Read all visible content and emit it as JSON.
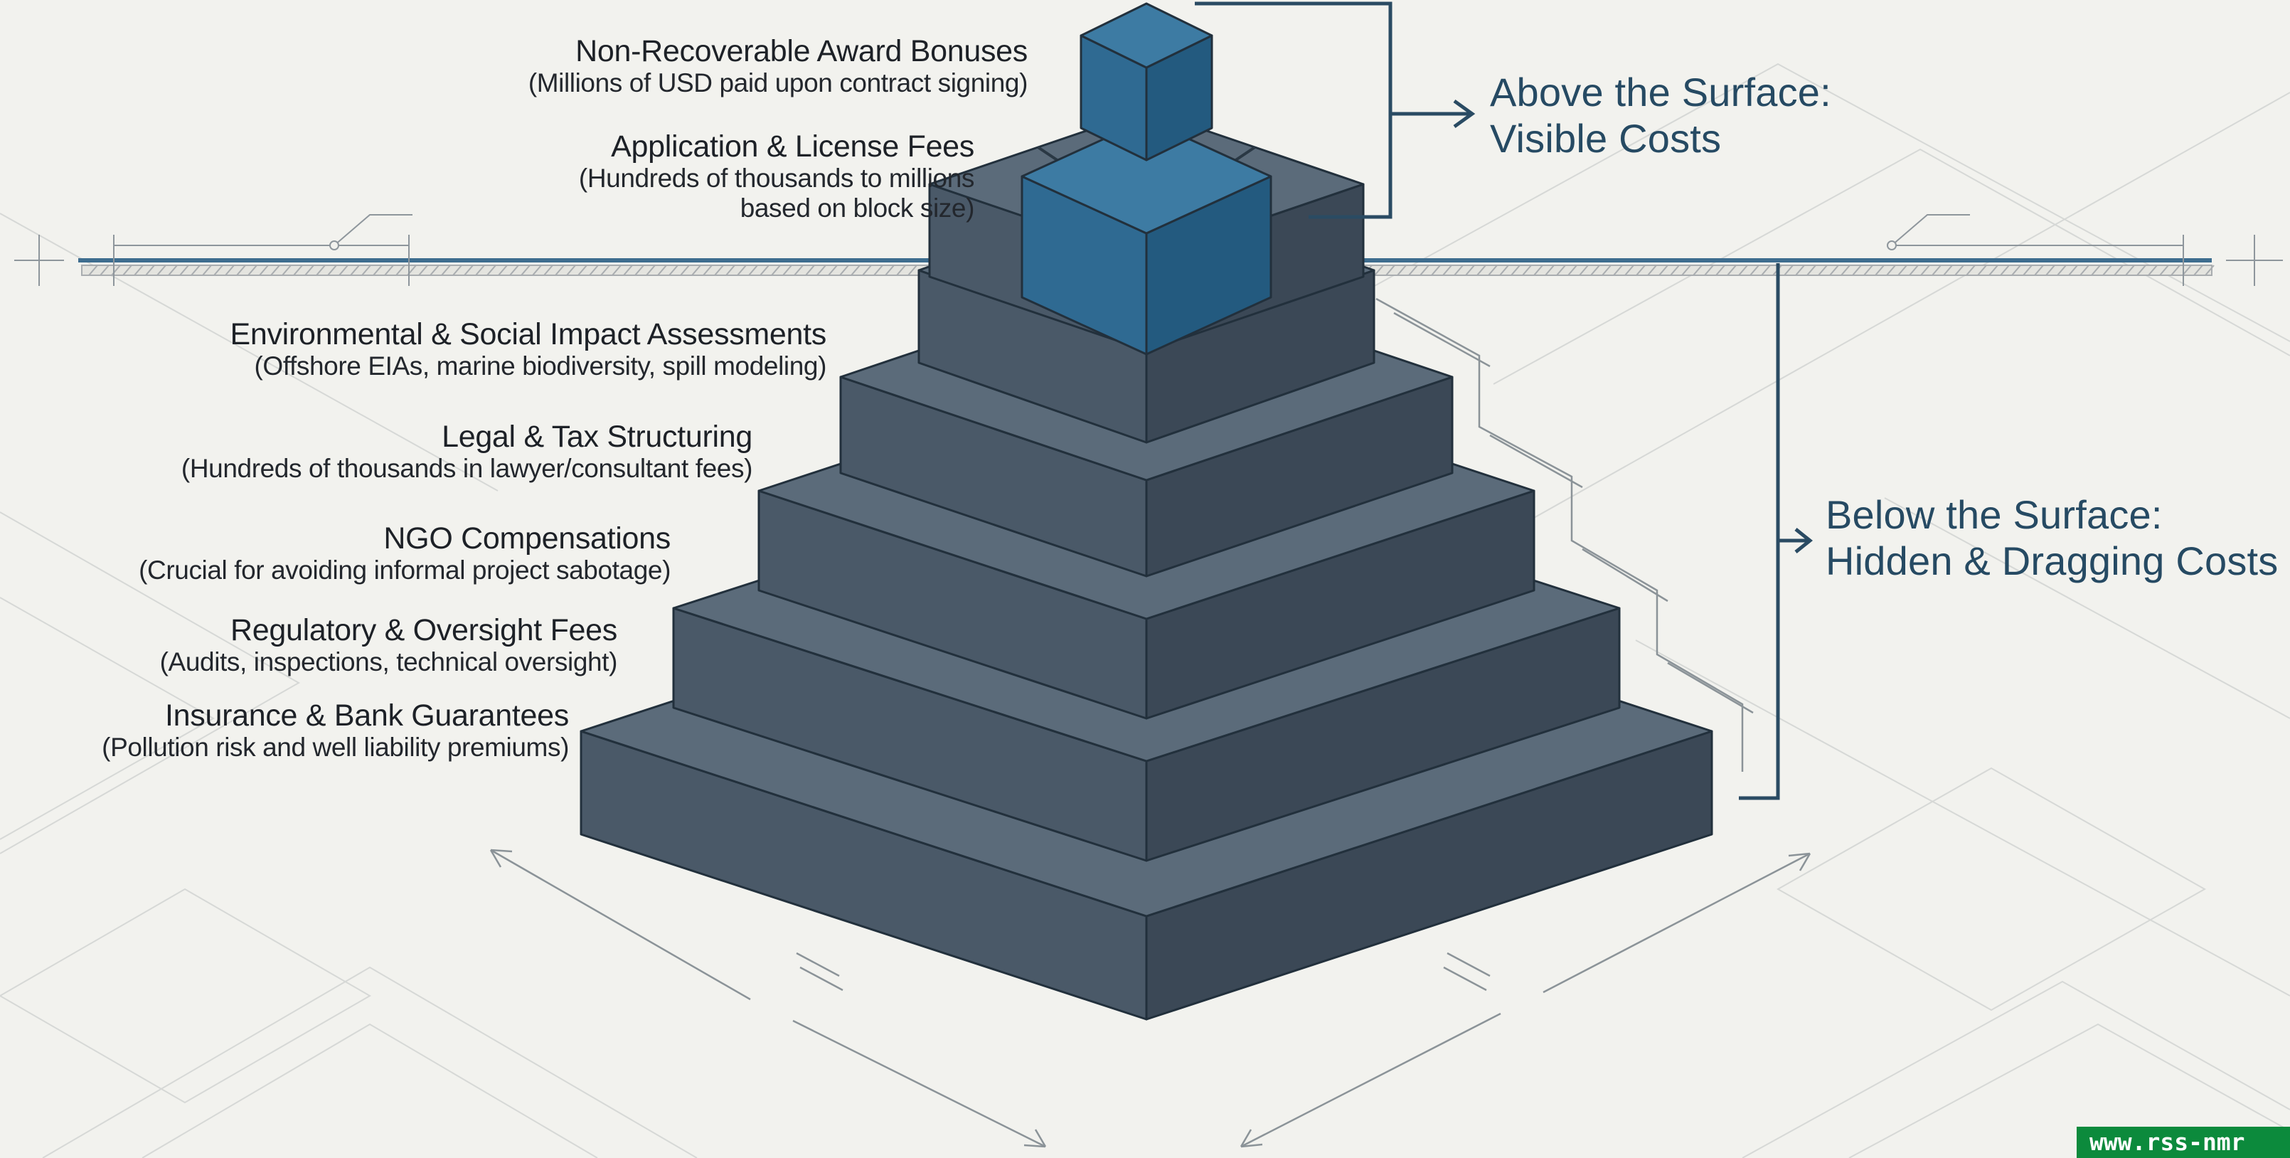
{
  "colors": {
    "background": "#f2f2ee",
    "block_top": "#5b6b7a",
    "block_left": "#4a5968",
    "block_right": "#3b4856",
    "cap_top": "#3d7ba3",
    "cap_left": "#2f6a92",
    "cap_right": "#235a7f",
    "bracket": "#2a4b63",
    "watermark": "#0c8a3c"
  },
  "pyramid_levels": [
    "visible-top-cube",
    "visible-second-cube",
    "hidden-tier-1",
    "hidden-tier-2",
    "hidden-tier-3",
    "hidden-tier-4",
    "hidden-tier-5",
    "hidden-tier-6"
  ],
  "labels": {
    "award_bonuses": {
      "title": "Non-Recoverable Award Bonuses",
      "subtitle": "(Millions of USD paid upon contract signing)"
    },
    "application_fees": {
      "title": "Application & License Fees",
      "subtitle_line1": "(Hundreds of thousands to millions",
      "subtitle_line2": "based on block size)"
    },
    "environmental": {
      "title": "Environmental & Social Impact Assessments",
      "subtitle": "(Offshore EIAs, marine biodiversity, spill modeling)"
    },
    "legal_tax": {
      "title": "Legal & Tax Structuring",
      "subtitle": "(Hundreds of thousands in lawyer/consultant fees)"
    },
    "ngo": {
      "title": "NGO Compensations",
      "subtitle": "(Crucial for avoiding informal project sabotage)"
    },
    "regulatory": {
      "title": "Regulatory & Oversight Fees",
      "subtitle": "(Audits, inspections, technical oversight)"
    },
    "insurance": {
      "title": "Insurance & Bank Guarantees",
      "subtitle": "(Pollution risk and well liability premiums)"
    }
  },
  "brackets": {
    "above": {
      "line1": "Above the Surface:",
      "line2": "Visible Costs"
    },
    "below": {
      "line1": "Below the Surface:",
      "line2": "Hidden & Dragging Costs"
    }
  },
  "watermark": "www.rss-nmr"
}
